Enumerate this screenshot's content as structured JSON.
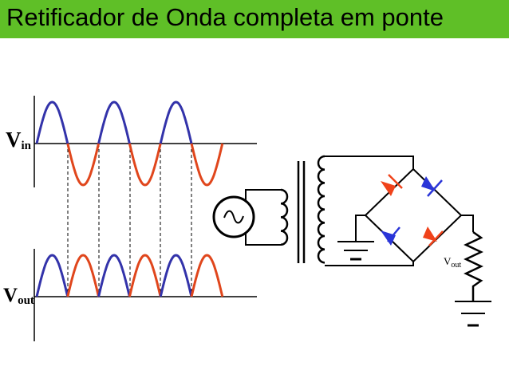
{
  "header": {
    "title": "Retificador de Onda completa em ponte"
  },
  "colors": {
    "title_background": "#5fbf27",
    "positive_half_cycle": "#3333aa",
    "negative_half_cycle": "#e0461c",
    "blue_diode": "#2a35d8",
    "red_diode": "#f0421a"
  },
  "waveforms": {
    "input_label": {
      "main": "V",
      "sub": "in"
    },
    "output_label": {
      "main": "V",
      "sub": "out"
    }
  },
  "circuit": {
    "load_label": {
      "main": "V",
      "sub": "out"
    },
    "source_icon": "ac-source-icon",
    "ground_icon": "ground-icon"
  }
}
